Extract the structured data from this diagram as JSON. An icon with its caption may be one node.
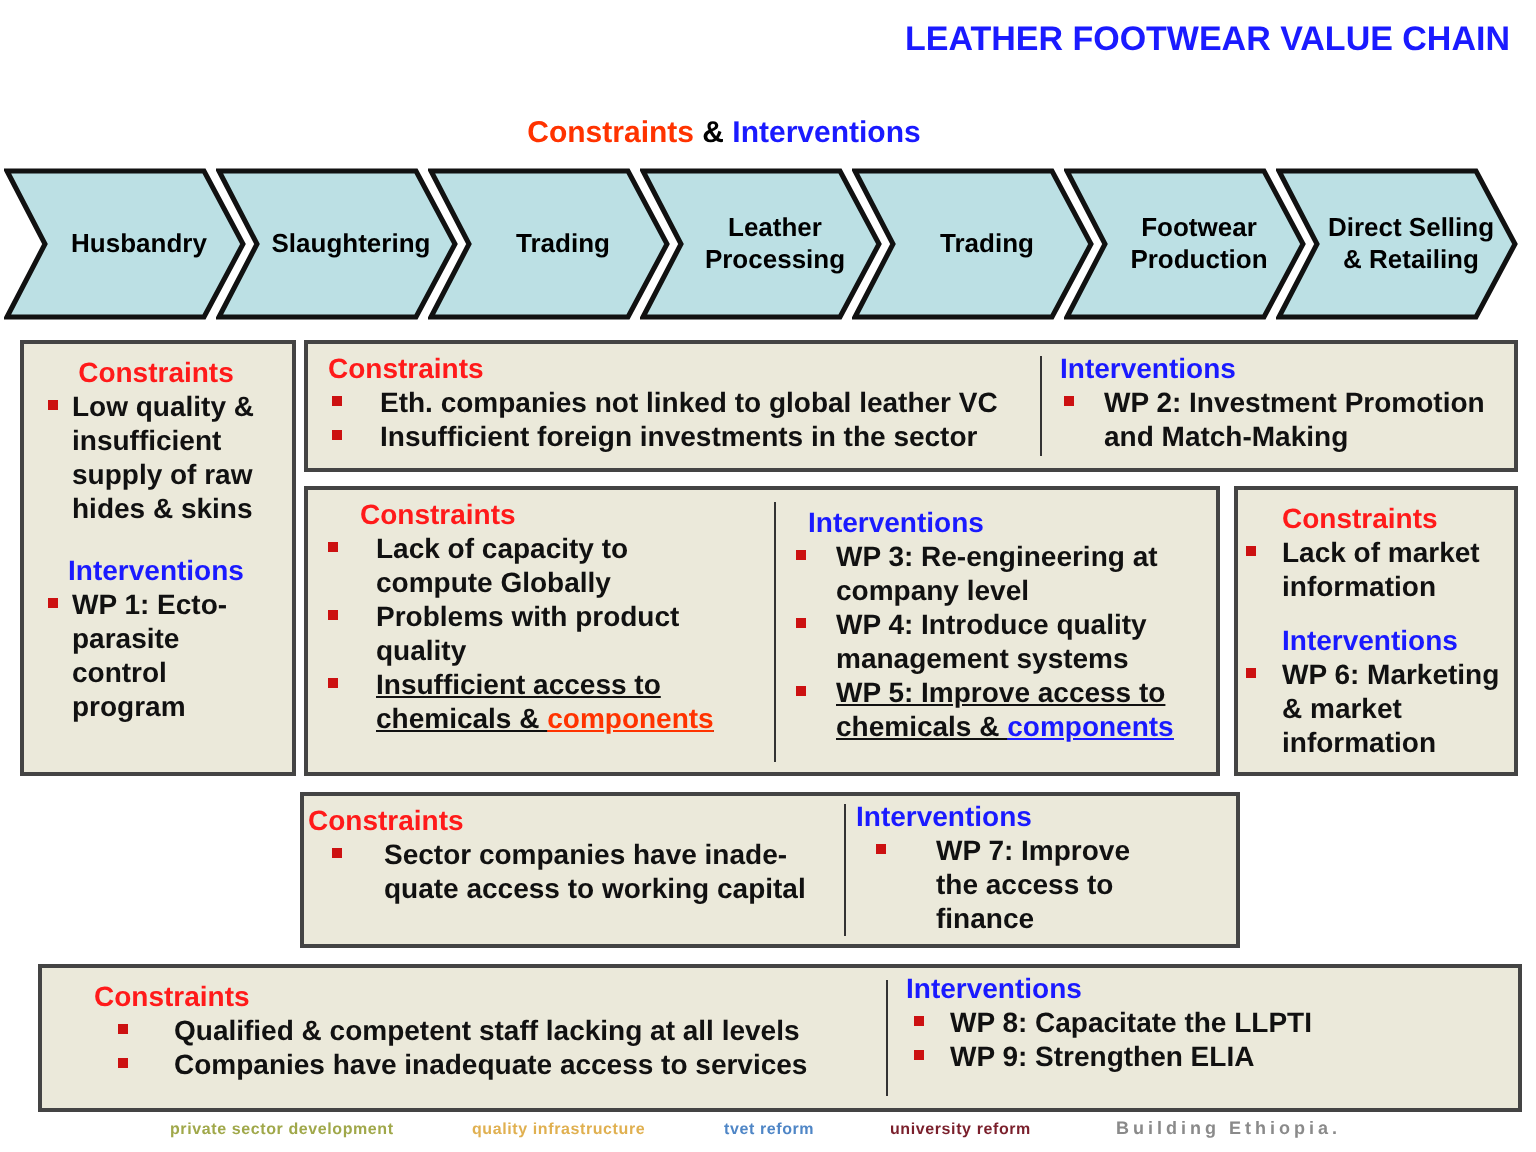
{
  "diagram": {
    "title": "LEATHER FOOTWEAR VALUE CHAIN",
    "nodes": [
      {
        "text": [
          "Husbandry"
        ]
      },
      {
        "text": [
          "Slaughtering"
        ]
      },
      {
        "text": [
          "Trading"
        ]
      },
      {
        "text": [
          "Leather Processing"
        ]
      },
      {
        "text": [
          "Trading"
        ]
      },
      {
        "text": [
          "Footwear Production"
        ]
      },
      {
        "text": [
          "Direct Selling & Retailing"
        ]
      },
      {
        "text": [
          "Constraints",
          "Low quality & insufficient supply of raw hides & skins",
          "Interventions",
          "WP 1: Ecto-parasite control program"
        ]
      },
      {
        "text": [
          "Constraints",
          "Eth. companies not linked to global leather VC",
          "Insufficient foreign investments in the sector",
          "Interventions",
          "WP 2: Investment Promotion and Match-Making"
        ]
      },
      {
        "text": [
          "Constraints",
          "Lack of capacity to compute Globally",
          "Problems with product quality",
          "Insufficient access to chemicals & components",
          "Interventions",
          "WP 3: Re-engineering at company level",
          "WP 4: Introduce quality management systems",
          "WP 5: Improve access to chemicals & components"
        ]
      },
      {
        "text": [
          "Constraints",
          "Lack of market information",
          "Interventions",
          "WP 6: Marketing & market information"
        ]
      },
      {
        "text": [
          "Constraints",
          "Sector companies have inade-quate access to working capital",
          "Interventions",
          "WP 7: Improve the access to finance"
        ]
      },
      {
        "text": [
          "Constraints",
          "Qualified & competent staff lacking at all levels",
          "Companies have inadequate access to services",
          "Interventions",
          "WP 8: Capacitate the LLPTI",
          "WP 9: Strengthen ELIA"
        ]
      }
    ],
    "labels": [
      "Constraints & Interventions",
      "private sector development",
      "quality infrastructure",
      "tvet reform",
      "university reform",
      "Building Ethiopia."
    ]
  }
}
